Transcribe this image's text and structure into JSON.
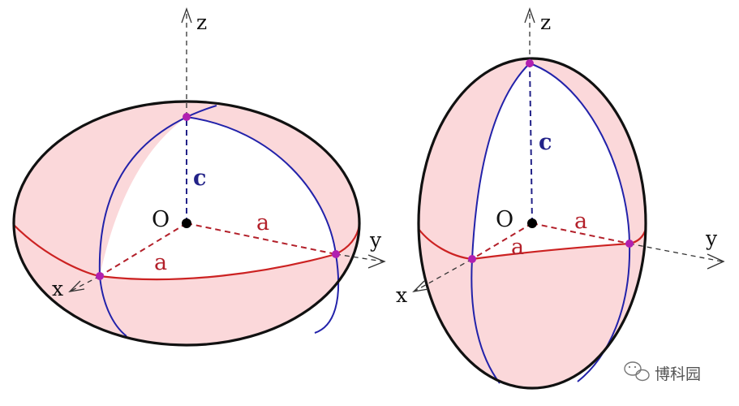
{
  "colors": {
    "fill": "#fbd8da",
    "outline": "#111111",
    "equator": "#cc2222",
    "meridian": "#2222aa",
    "semi_axis_a": "#b3202a",
    "semi_axis_c": "#222288",
    "point": "#b020b0"
  },
  "left_figure": {
    "axis_z": "z",
    "axis_y": "y",
    "axis_x": "x",
    "origin": "O",
    "label_c": "c",
    "label_a_right": "a",
    "label_a_front": "a"
  },
  "right_figure": {
    "axis_z": "z",
    "axis_y": "y",
    "axis_x": "x",
    "origin": "O",
    "label_c": "c",
    "label_a_right": "a",
    "label_a_front": "a"
  },
  "watermark": {
    "text": "博科园",
    "icon": "wechat-icon"
  }
}
